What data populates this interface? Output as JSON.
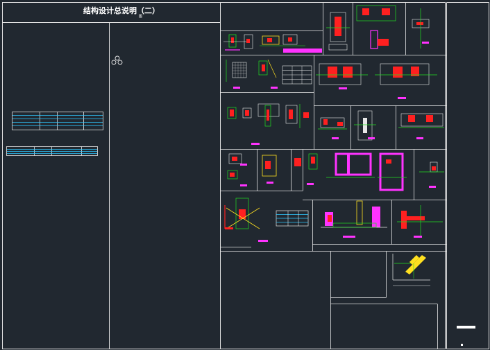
{
  "sheet": {
    "title": "结构设计总说明（二）",
    "title_sub": "图"
  },
  "colors": {
    "background": "#212830",
    "frame": "#e8e8e8",
    "table_line": "#2ec8ff",
    "dim_line": "#22dd22",
    "label": "#ff33ff",
    "section_red": "#ff2020",
    "yellow": "#ffe020",
    "cyan": "#00e0e0"
  },
  "details": [
    {
      "id": "detail-1",
      "label": ""
    },
    {
      "id": "detail-2",
      "label": ""
    },
    {
      "id": "detail-3",
      "label": ""
    },
    {
      "id": "detail-4",
      "label": ""
    },
    {
      "id": "detail-5",
      "label": ""
    },
    {
      "id": "detail-6",
      "label": ""
    },
    {
      "id": "detail-7",
      "label": ""
    },
    {
      "id": "detail-8",
      "label": ""
    },
    {
      "id": "detail-9",
      "label": ""
    },
    {
      "id": "detail-10",
      "label": ""
    },
    {
      "id": "detail-11",
      "label": ""
    },
    {
      "id": "detail-12",
      "label": ""
    },
    {
      "id": "detail-13",
      "label": ""
    },
    {
      "id": "detail-14",
      "label": ""
    },
    {
      "id": "detail-15",
      "label": ""
    },
    {
      "id": "detail-16",
      "label": ""
    }
  ]
}
